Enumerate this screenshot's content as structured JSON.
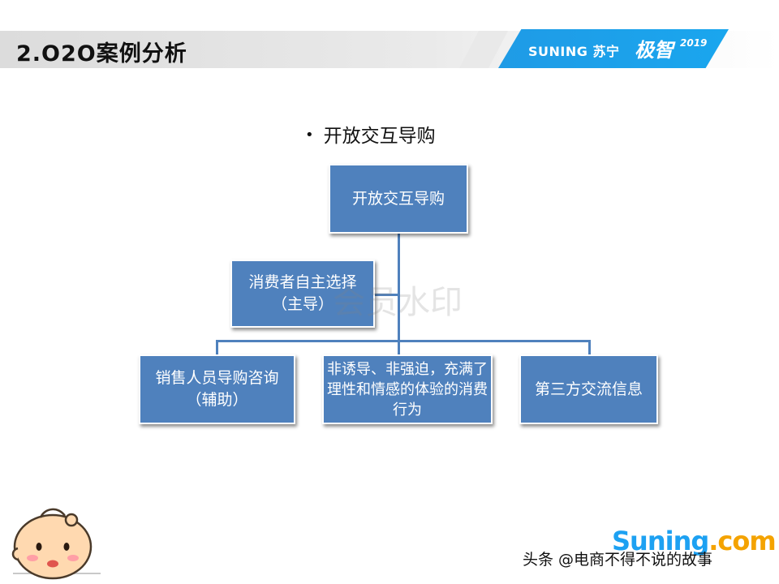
{
  "header": {
    "title": "2.O2O案例分析",
    "brand_name": "SUNING 苏宁",
    "brand_badge": "极智",
    "brand_year": "2019"
  },
  "bullet": {
    "text": "开放交互导购"
  },
  "diagram": {
    "root": "开放交互导购",
    "assistant": "消费者自主选择（主导）",
    "children": [
      "销售人员导购咨询（辅助）",
      "非诱导、非强迫，充满了理性和情感的体验的消费行为",
      "第三方交流信息"
    ]
  },
  "watermark": "会员水印",
  "footer": {
    "logo_part_a": "Suning",
    "logo_part_b": ".com",
    "credit": "头条 @电商不得不说的故事"
  },
  "colors": {
    "node_fill": "#4f81bd",
    "banner_blue": "#1aa6ee",
    "logo_orange": "#f4a300"
  }
}
